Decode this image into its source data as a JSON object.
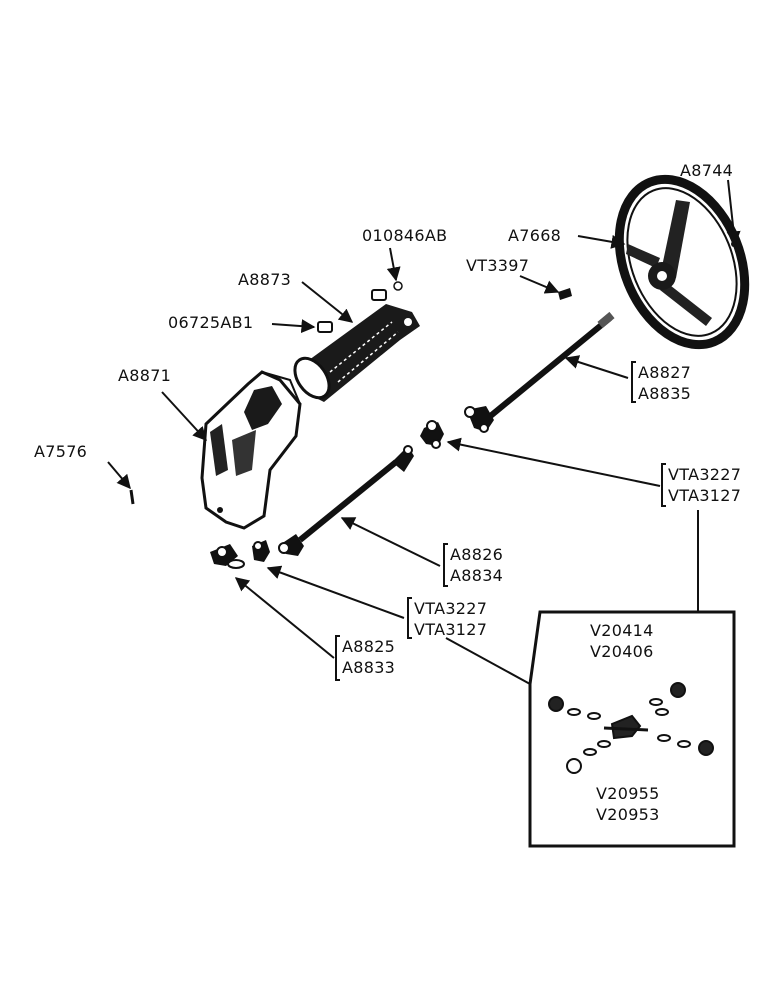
{
  "diagram": {
    "part_labels": {
      "horn_button": "A8744",
      "steering_wheel": "A7668",
      "bushing_retainer": "010846AB",
      "key": "VT3397",
      "steering_column": "A8873",
      "bushing": "06725AB1",
      "support": "A8871",
      "pin": "A7576",
      "upper_shaft_1": "A8827",
      "upper_shaft_2": "A8835",
      "upper_joint_1": "VTA3227",
      "upper_joint_2": "VTA3127",
      "middle_shaft_1": "A8826",
      "middle_shaft_2": "A8834",
      "lower_joint_1": "VTA3227",
      "lower_joint_2": "VTA3127",
      "lower_yoke_1": "A8825",
      "lower_yoke_2": "A8833",
      "spider_kit_1": "V20414",
      "spider_kit_2": "V20406",
      "bearing_kit_1": "V20955",
      "bearing_kit_2": "V20953"
    }
  }
}
